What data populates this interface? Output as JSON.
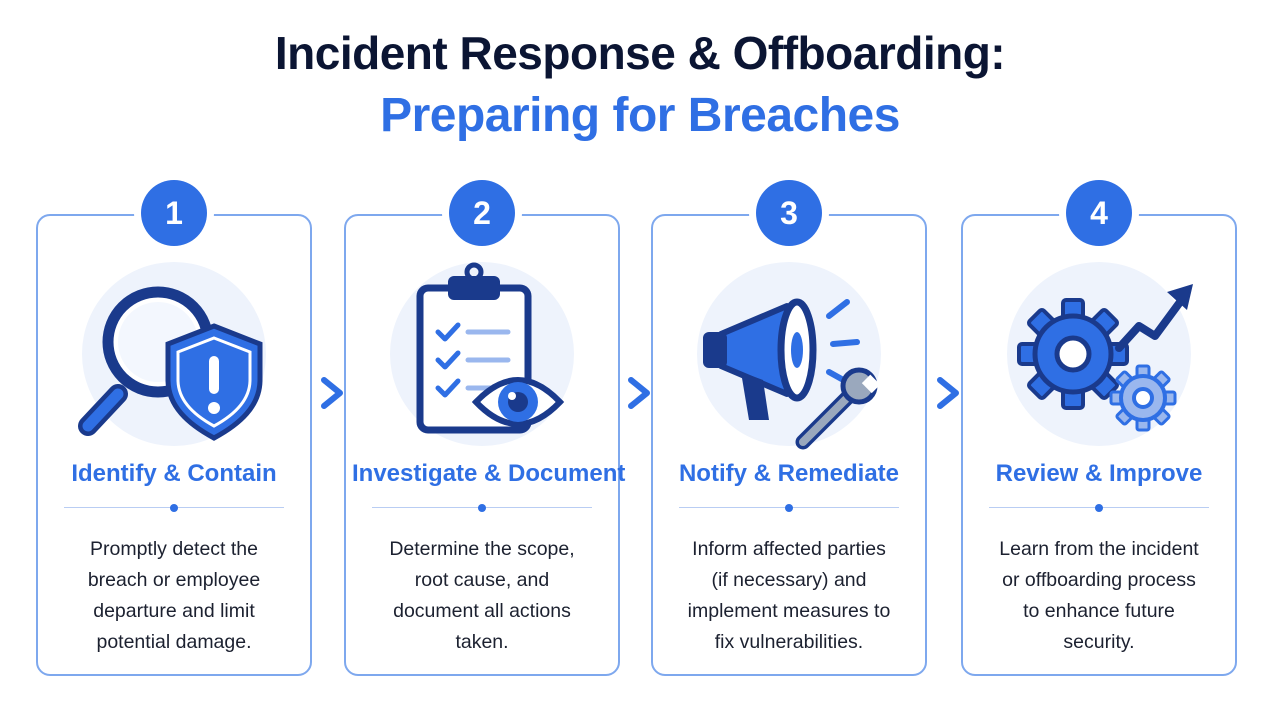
{
  "header": {
    "title_line1": "Incident Response & Offboarding:",
    "title_line2": "Preparing for Breaches"
  },
  "colors": {
    "accent": "#2f6fe4",
    "dark": "#0b1533",
    "navy": "#1a3a8c",
    "border": "#7ea8ee"
  },
  "steps": [
    {
      "number": "1",
      "title": "Identify & Contain",
      "description": "Promptly detect the breach or employee departure and limit potential damage.",
      "icon": "magnifier-shield-icon"
    },
    {
      "number": "2",
      "title": "Investigate & Document",
      "description": "Determine the scope, root cause, and document all actions taken.",
      "icon": "clipboard-eye-icon"
    },
    {
      "number": "3",
      "title": "Notify & Remediate",
      "description": "Inform affected parties (if necessary) and implement measures to fix vulnerabilities.",
      "icon": "megaphone-wrench-icon"
    },
    {
      "number": "4",
      "title": "Review & Improve",
      "description": "Learn from the incident or offboarding process to enhance future security.",
      "icon": "gears-arrow-icon"
    }
  ]
}
